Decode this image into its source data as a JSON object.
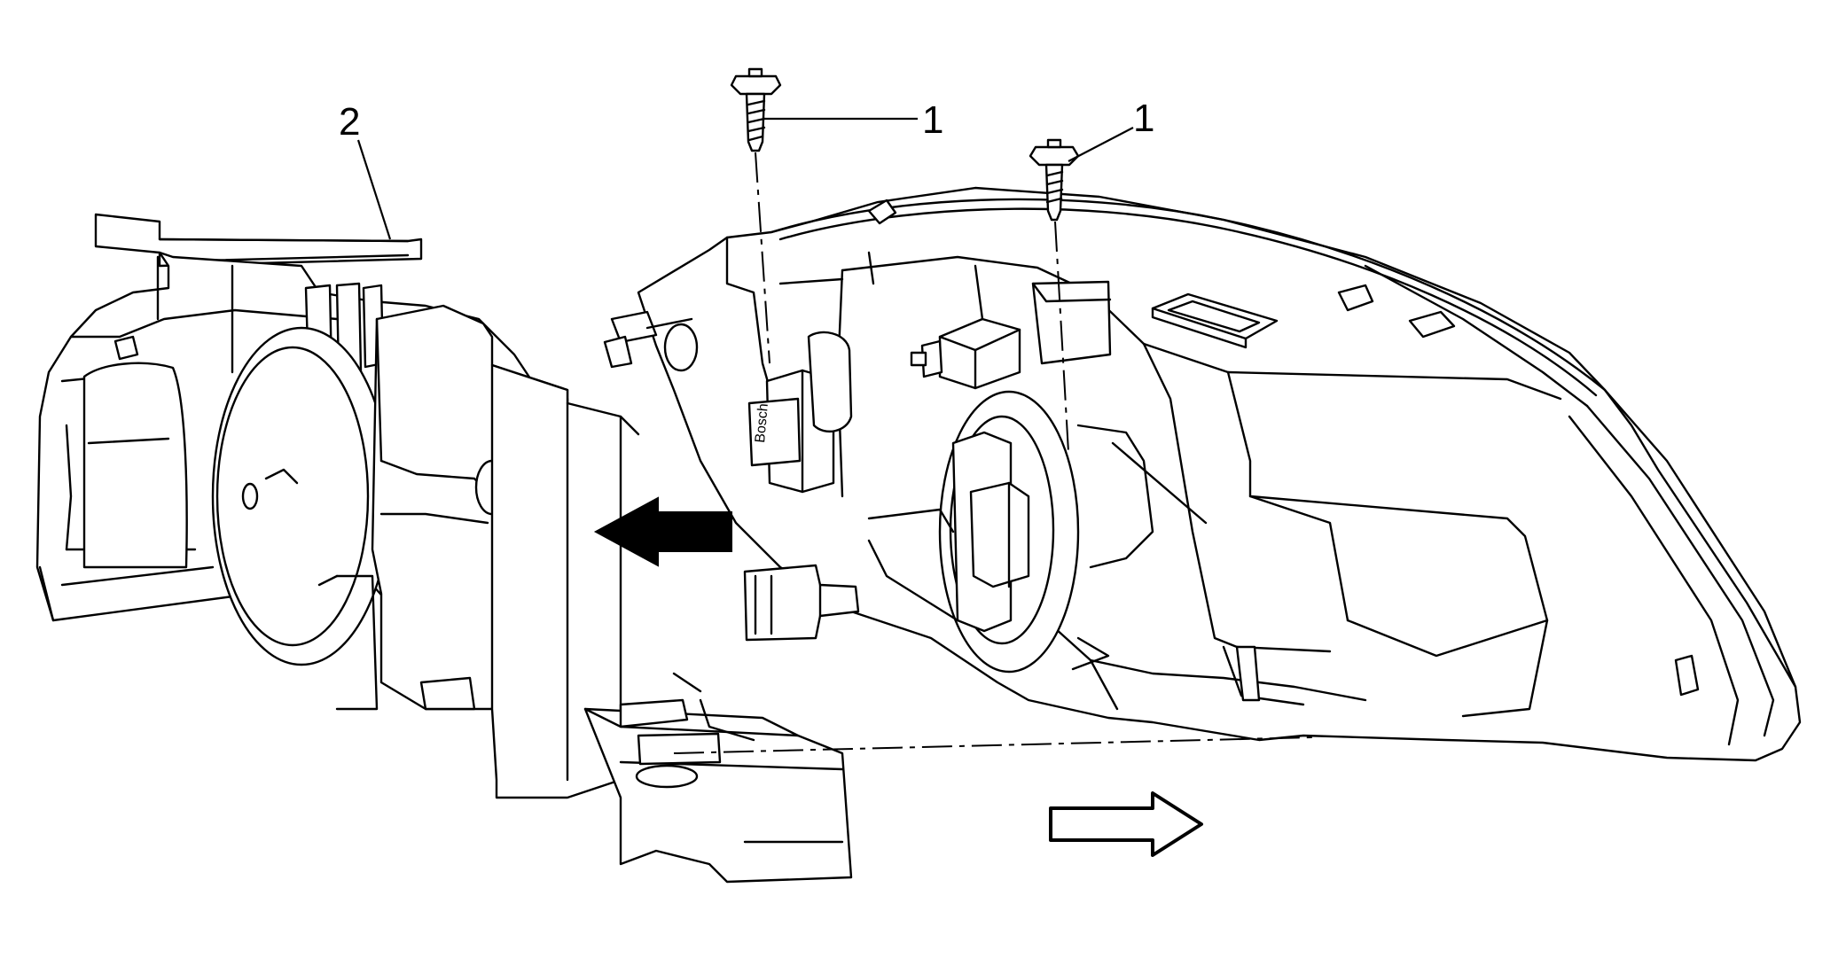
{
  "diagram": {
    "callouts": [
      {
        "id": "bolt-a",
        "label": "1"
      },
      {
        "id": "bolt-b",
        "label": "1"
      },
      {
        "id": "bracket",
        "label": "2"
      }
    ],
    "part_stamp": "Bosch",
    "arrows": [
      {
        "id": "removal-arrow",
        "style": "solid-black",
        "direction": "left"
      },
      {
        "id": "install-arrow",
        "style": "outline-white",
        "direction": "right"
      }
    ]
  }
}
